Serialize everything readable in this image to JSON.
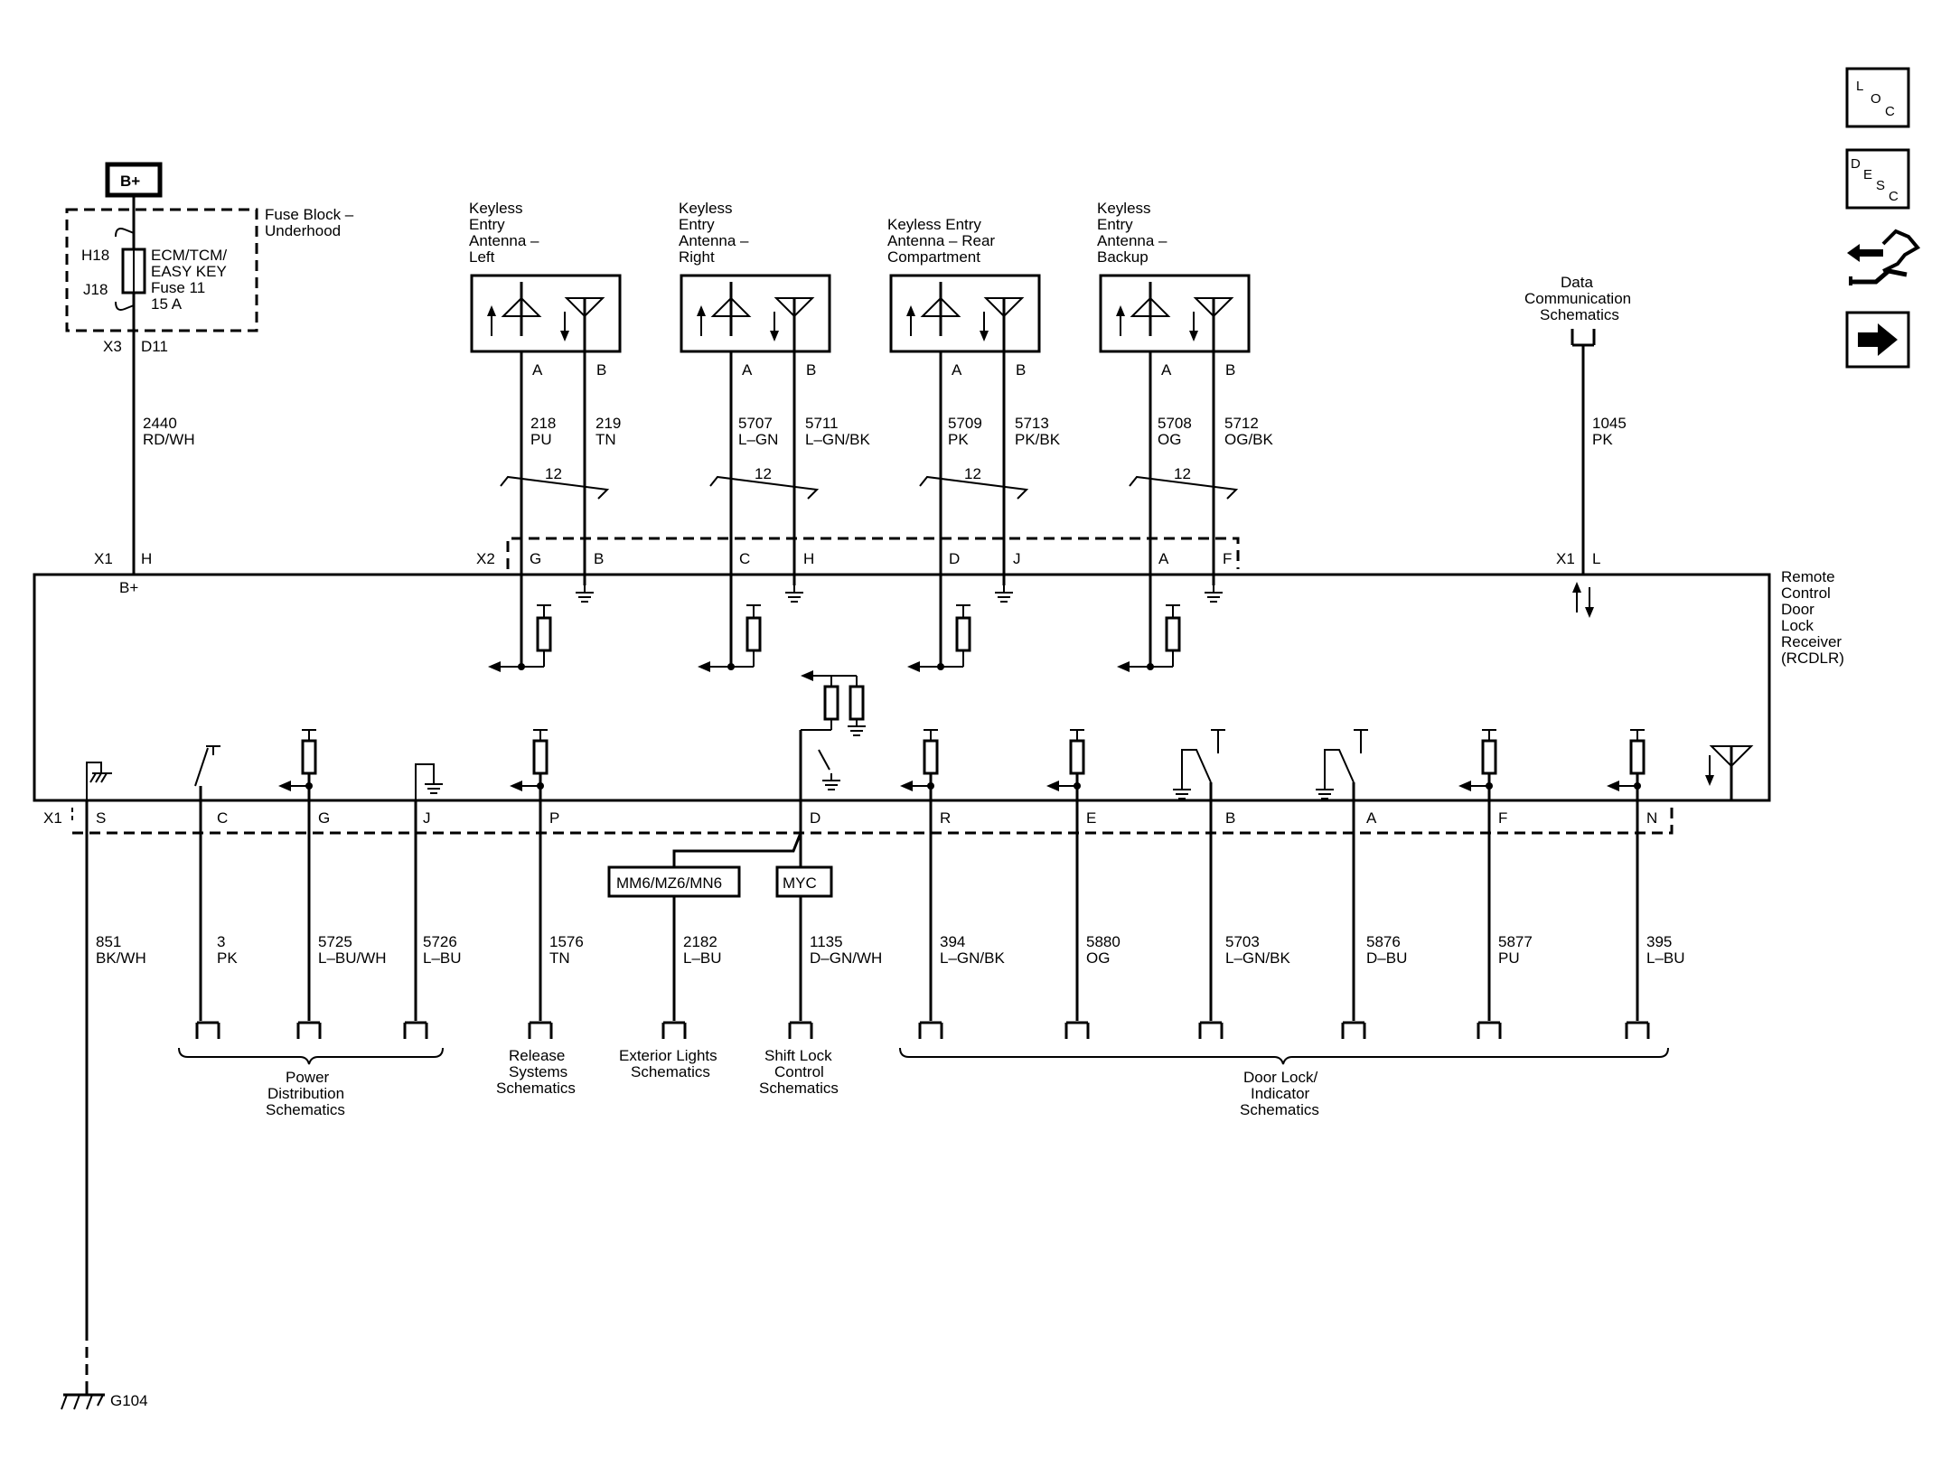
{
  "power": {
    "bplus_box": "B+",
    "fuse_block_line1": "Fuse Block –",
    "fuse_block_line2": "Underhood",
    "fuse_name": [
      "ECM/TCM/",
      "EASY KEY",
      "Fuse 11",
      "15 A"
    ],
    "fuse_pin_top": "H18",
    "fuse_pin_bottom": "J18",
    "conn_x3": "X3",
    "conn_d11": "D11",
    "wire_circuit": "2440",
    "wire_color": "RD/WH",
    "conn_x1": "X1",
    "pin_h": "H",
    "module_pin_label": "B+"
  },
  "antennas": [
    {
      "title": [
        "Keyless",
        "Entry",
        "Antenna –",
        "Left"
      ],
      "pin_a": "A",
      "pin_b": "B",
      "wire_a_circuit": "218",
      "wire_a_color": "PU",
      "wire_b_circuit": "219",
      "wire_b_color": "TN",
      "twist": "12",
      "module_pin_a": "G",
      "module_pin_b": "B"
    },
    {
      "title": [
        "Keyless",
        "Entry",
        "Antenna –",
        "Right"
      ],
      "pin_a": "A",
      "pin_b": "B",
      "wire_a_circuit": "5707",
      "wire_a_color": "L–GN",
      "wire_b_circuit": "5711",
      "wire_b_color": "L–GN/BK",
      "twist": "12",
      "module_pin_a": "C",
      "module_pin_b": "H"
    },
    {
      "title": [
        "Keyless Entry",
        "Antenna – Rear",
        "Compartment"
      ],
      "pin_a": "A",
      "pin_b": "B",
      "wire_a_circuit": "5709",
      "wire_a_color": "PK",
      "wire_b_circuit": "5713",
      "wire_b_color": "PK/BK",
      "twist": "12",
      "module_pin_a": "D",
      "module_pin_b": "J"
    },
    {
      "title": [
        "Keyless",
        "Entry",
        "Antenna –",
        "Backup"
      ],
      "pin_a": "A",
      "pin_b": "B",
      "wire_a_circuit": "5708",
      "wire_a_color": "OG",
      "wire_b_circuit": "5712",
      "wire_b_color": "OG/BK",
      "twist": "12",
      "module_pin_a": "A",
      "module_pin_b": "F"
    }
  ],
  "x2_label": "X2",
  "data_comm": {
    "title": [
      "Data",
      "Communication",
      "Schematics"
    ],
    "wire_circuit": "1045",
    "wire_color": "PK",
    "conn": "X1",
    "pin": "L"
  },
  "module": {
    "name": [
      "Remote",
      "Control",
      "Door",
      "Lock",
      "Receiver",
      "(RCDLR)"
    ]
  },
  "bottom_connector": "X1",
  "bottom_pins": [
    {
      "pin": "S",
      "circuit": "851",
      "color": "BK/WH"
    },
    {
      "pin": "C",
      "circuit": "3",
      "color": "PK"
    },
    {
      "pin": "G",
      "circuit": "5725",
      "color": "L–BU/WH"
    },
    {
      "pin": "J",
      "circuit": "5726",
      "color": "L–BU"
    },
    {
      "pin": "P",
      "circuit": "1576",
      "color": "TN"
    },
    {
      "pin": "D",
      "circuit": "1135",
      "color": "D–GN/WH"
    },
    {
      "pin": "R",
      "circuit": "394",
      "color": "L–GN/BK"
    },
    {
      "pin": "E",
      "circuit": "5880",
      "color": "OG"
    },
    {
      "pin": "B",
      "circuit": "5703",
      "color": "L–GN/BK"
    },
    {
      "pin": "A",
      "circuit": "5876",
      "color": "D–BU"
    },
    {
      "pin": "F",
      "circuit": "5877",
      "color": "PU"
    },
    {
      "pin": "N",
      "circuit": "395",
      "color": "L–BU"
    }
  ],
  "options": {
    "left": "MM6/MZ6/MN6",
    "right": "MYC",
    "left_wire_circuit": "2182",
    "left_wire_color": "L–BU"
  },
  "destinations": {
    "power_distribution": [
      "Power",
      "Distribution",
      "Schematics"
    ],
    "release_systems": [
      "Release",
      "Systems",
      "Schematics"
    ],
    "exterior_lights": [
      "Exterior Lights",
      "Schematics"
    ],
    "shift_lock": [
      "Shift Lock",
      "Control",
      "Schematics"
    ],
    "door_lock": [
      "Door Lock/",
      "Indicator",
      "Schematics"
    ]
  },
  "ground": {
    "label": "G104"
  },
  "side_icons": [
    {
      "name": "loc-icon",
      "letters": [
        "L",
        "O",
        "C"
      ]
    },
    {
      "name": "desc-icon",
      "letters": [
        "D",
        "E",
        "S",
        "C"
      ]
    },
    {
      "name": "connector-info-icon"
    },
    {
      "name": "next-page-icon"
    }
  ]
}
